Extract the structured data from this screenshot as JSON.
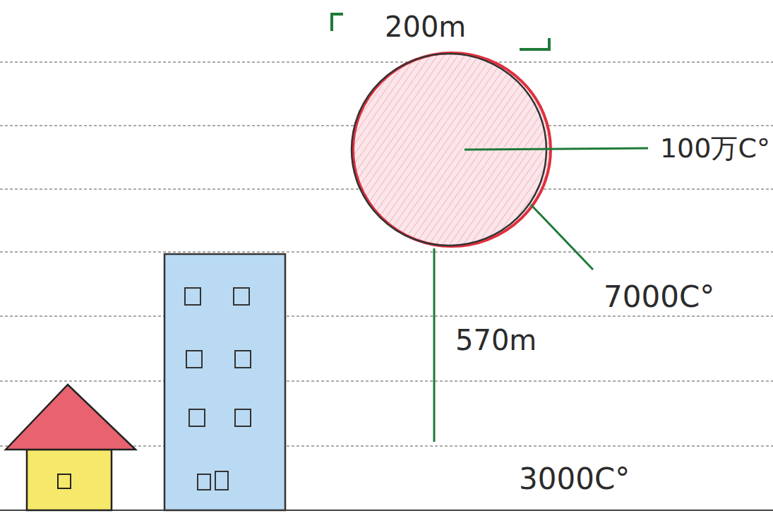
{
  "diagram": {
    "labels": [
      "200m",
      "100万C°",
      "7000C°",
      "570m",
      "3000C°"
    ]
  }
}
